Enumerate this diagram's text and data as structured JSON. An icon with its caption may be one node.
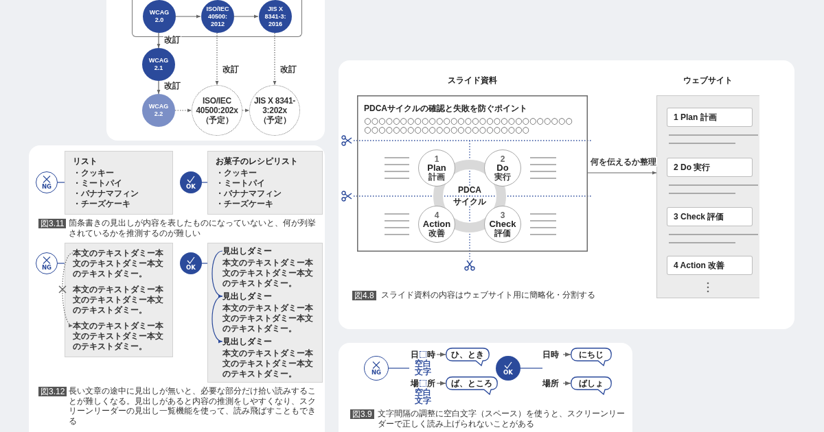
{
  "diagram": {
    "nodes": [
      {
        "text": [],
        "shape": "box"
      },
      {
        "text": [
          "WCAG 2.0"
        ],
        "in": 0
      },
      {
        "text": [
          "ISO/IEC 40500: 2012"
        ],
        "in": 0
      },
      {
        "text": [
          "JIS X 8341-3: 2016"
        ],
        "in": 0
      },
      {
        "text": [
          "WCAG 2.1"
        ]
      },
      {
        "text": [
          "WCAG 2.2"
        ]
      },
      {
        "text": [
          "ISO/IEC 40500:202x （予定）"
        ]
      },
      {
        "text": [
          "JIS X 8341-3:202x （予定）"
        ]
      },
      {
        "text": [
          "NG"
        ]
      },
      {
        "text": [
          "リスト",
          "・クッキー",
          "・ミートパイ",
          "・バナナマフィン",
          "・チーズケーキ"
        ]
      },
      {
        "text": [
          "OK"
        ]
      },
      {
        "text": [
          "お菓子のレシピリスト",
          "・クッキー",
          "・ミートパイ",
          "・バナナマフィン",
          "・チーズケーキ"
        ]
      },
      {
        "text": [
          "NG"
        ]
      },
      {
        "text": [],
        "shape": "box"
      },
      {
        "text": [
          "本文のテキストダミー本文のテキストダミー本文のテキストダミー。"
        ],
        "in": 13
      },
      {
        "text": [
          "本文のテキストダミー本文のテキストダミー本文のテキストダミー。"
        ],
        "in": 13
      },
      {
        "text": [
          "本文のテキストダミー本文のテキストダミー本文のテキストダミー。"
        ],
        "in": 13
      },
      {
        "text": [
          "OK"
        ]
      },
      {
        "text": [],
        "shape": "box"
      },
      {
        "text": [
          "見出しダミー",
          "本文のテキストダミー本文のテキストダミー本文のテキストダミー。"
        ],
        "in": 18
      },
      {
        "text": [
          "見出しダミー",
          "本文のテキストダミー本文のテキストダミー本文のテキストダミー。"
        ],
        "in": 18
      },
      {
        "text": [
          "見出しダミー",
          "本文のテキストダミー本文のテキストダミー本文のテキストダミー。"
        ],
        "in": 18
      },
      {
        "text": [
          "PDCAサイクルの確認と失敗を防ぐポイント",
          "○○○○○○○○○○○○○○○○○○○○○○○○○○○○○○○○○○○○○○○○○○○○○○○○○○○○"
        ]
      },
      {
        "text": [
          "PDCA",
          "サイクル"
        ],
        "in": 22
      },
      {
        "text": [
          "1",
          "Plan",
          "計画"
        ],
        "in": 22
      },
      {
        "text": [
          "2",
          "Do",
          "実行"
        ],
        "in": 22
      },
      {
        "text": [
          "4",
          "Action",
          "改善"
        ],
        "in": 22
      },
      {
        "text": [
          "3",
          "Check",
          "評価"
        ],
        "in": 22
      },
      {
        "text": [],
        "shape": "box"
      },
      {
        "text": [
          "1 Plan 計画"
        ],
        "in": 28
      },
      {
        "text": [
          "2 Do 実行"
        ],
        "in": 28
      },
      {
        "text": [
          "3 Check 評価"
        ],
        "in": 28
      },
      {
        "text": [
          "4 Action 改善"
        ],
        "in": 28
      },
      {
        "text": [
          "NG"
        ]
      },
      {
        "text": [
          "日　時",
          "空白文字"
        ]
      },
      {
        "text": [
          "ひ、とき"
        ]
      },
      {
        "text": [
          "場　所",
          "空白文字"
        ]
      },
      {
        "text": [
          "ば、ところ"
        ]
      },
      {
        "text": [
          "OK"
        ]
      },
      {
        "text": [
          "日時"
        ]
      },
      {
        "text": [
          "にちじ"
        ]
      },
      {
        "text": [
          "場所"
        ]
      },
      {
        "text": [
          "ばしょ"
        ]
      }
    ],
    "edges": [
      {
        "from": 1,
        "to": 2,
        "arrow": "to"
      },
      {
        "from": 2,
        "to": 3,
        "arrow": "to"
      },
      {
        "from": 1,
        "to": 4,
        "arrow": "to",
        "label": "改訂"
      },
      {
        "from": 4,
        "to": 5,
        "arrow": "to",
        "label": "改訂"
      },
      {
        "from": 2,
        "to": 6,
        "arrow": "to",
        "label": "改訂",
        "style": "dashed"
      },
      {
        "from": 3,
        "to": 7,
        "arrow": "to",
        "label": "改訂",
        "style": "dashed"
      },
      {
        "from": 5,
        "to": 6,
        "arrow": "to",
        "style": "dashed"
      },
      {
        "from": 6,
        "to": 7,
        "arrow": "to",
        "style": "dashed"
      },
      {
        "from": 8,
        "to": 9,
        "arrow": "none",
        "color": "#2b4a9b"
      },
      {
        "from": 10,
        "to": 11,
        "arrow": "none",
        "color": "#2b4a9b"
      },
      {
        "from": 12,
        "to": 13,
        "arrow": "none",
        "color": "#2b4a9b"
      },
      {
        "from": 14,
        "to": 16,
        "arrow": "to",
        "style": "dashed"
      },
      {
        "from": 17,
        "to": 18,
        "arrow": "none",
        "color": "#2b4a9b"
      },
      {
        "from": 19,
        "to": 20,
        "arrow": "to",
        "color": "#2b4a9b"
      },
      {
        "from": 20,
        "to": 21,
        "arrow": "to",
        "color": "#2b4a9b"
      },
      {
        "from": 22,
        "to": 28,
        "arrow": "to",
        "label": "何を伝えるか整理"
      },
      {
        "from": 33,
        "to": 34,
        "arrow": "none",
        "color": "#2b4a9b"
      },
      {
        "from": 34,
        "to": 35,
        "arrow": "to"
      },
      {
        "from": 36,
        "to": 37,
        "arrow": "to"
      },
      {
        "from": 38,
        "to": 39,
        "arrow": "none",
        "color": "#2b4a9b"
      },
      {
        "from": 39,
        "to": 40,
        "arrow": "to"
      },
      {
        "from": 41,
        "to": 42,
        "arrow": "to"
      }
    ],
    "labels": [
      "図3.11",
      "箇条書きの見出しが内容を表したものになっていないと、何が列挙されているかを推測するのが難しい",
      "図3.12",
      "長い文章の途中に見出しが無いと、必要な部分だけ拾い読みすることが難しくなる。見出しがあると内容の推測をしやすくなり、スクリーンリーダーの見出し一覧機能を使って、読み飛ばすこともできる",
      "スライド資料",
      "ウェブサイト",
      "図4.8",
      "スライド資料の内容はウェブサイト用に簡略化・分割する",
      "図3.9",
      "文字間隔の調整に空白文字（スペース）を使うと、スクリーンリーダーで正しく読み上げられないことがある"
    ]
  }
}
